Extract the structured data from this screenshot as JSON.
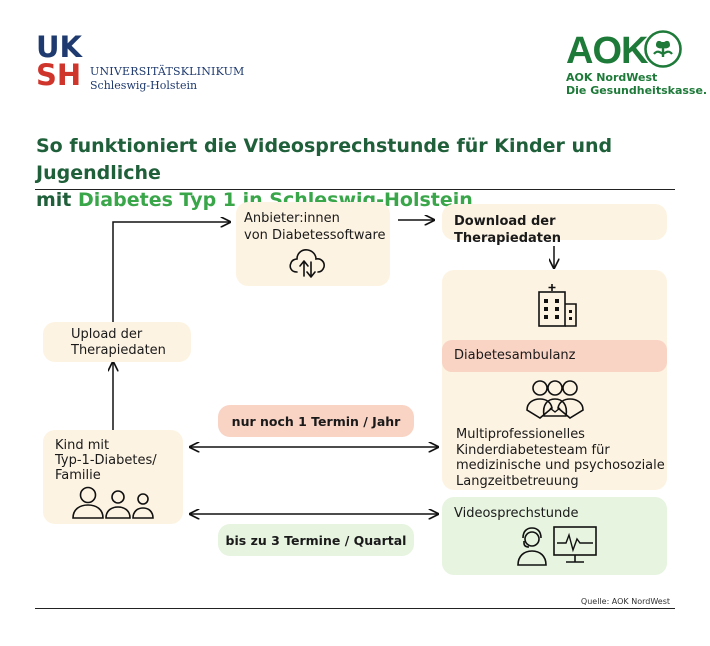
{
  "logos": {
    "uksh": {
      "line1": "UK",
      "line2": "SH",
      "name1": "UNIVERSITÄTSKLINIKUM",
      "name2": "Schleswig-Holstein"
    },
    "aok": {
      "word": "AOK",
      "line1": "AOK NordWest",
      "line2": "Die Gesundheitskasse."
    }
  },
  "title": {
    "line1": "So funktioniert die Videosprechstunde für Kinder und Jugendliche",
    "line2_prefix": "mit ",
    "line2_highlight": "Diabetes Typ 1 in Schleswig-Holstein"
  },
  "nodes": {
    "software": "Anbieter:innen\nvon Diabetessoftware",
    "download": "Download der Therapiedaten",
    "upload": "Upload der\nTherapiedaten",
    "ambulanz": "Diabetesambulanz",
    "team": "Multiprofessionelles\nKinderdiabetesteam für\nmedizinische und psychosoziale\nLangzeitbetreuung",
    "kind": "Kind mit\nTyp-1-Diabetes/\nFamilie",
    "video": "Videosprechstunde"
  },
  "labels": {
    "termin_jahr": "nur noch 1 Termin / Jahr",
    "termin_quartal": "bis zu 3 Termine / Quartal"
  },
  "source": "Quelle: AOK NordWest",
  "colors": {
    "brand_green": "#1d7a38",
    "title_green": "#1f5f3a",
    "highlight_green": "#3aa64a",
    "uksh_blue": "#1f3a6e",
    "uksh_red": "#d0352c",
    "cream": "#fdf3e2",
    "salmon": "#f9d3c4",
    "mint": "#e6f4e0"
  }
}
